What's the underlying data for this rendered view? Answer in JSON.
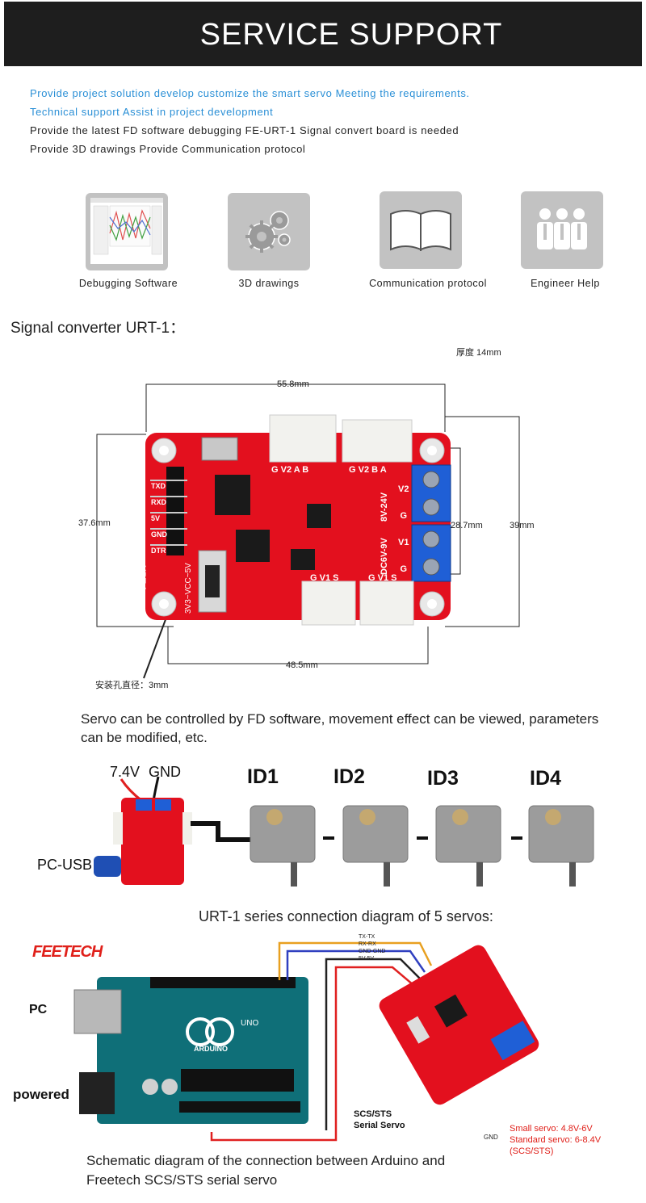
{
  "header": {
    "title": "SERVICE SUPPORT"
  },
  "intro": [
    "Provide project solution develop customize the smart servo Meeting the requirements.",
    "Technical support Assist in project development",
    "Provide the latest FD software debugging FE-URT-1 Signal convert board is needed",
    "Provide 3D drawings Provide Communication protocol"
  ],
  "services": [
    {
      "label": "Debugging Software",
      "icon": "chart-icon"
    },
    {
      "label": "3D drawings",
      "icon": "gears-icon"
    },
    {
      "label": "Communication protocol",
      "icon": "book-icon"
    },
    {
      "label": "Engineer Help",
      "icon": "people-icon"
    }
  ],
  "converter": {
    "heading": "Signal converter URT-1：",
    "thickness": "厚度   14mm",
    "dim_top": "55.8mm",
    "dim_left": "37.6mm",
    "dim_right_inner": "28.7mm",
    "dim_right": "39mm",
    "dim_bottom": "48.5mm",
    "hole": "安装孔直径：3mm",
    "board_label": "URT-1",
    "switch_label": "3V3~VCC~5V",
    "pin_labels": [
      "TXD",
      "RXD",
      "5V",
      "GND",
      "DTR"
    ],
    "header_labels_1": "G  V2  A  B",
    "header_labels_2": "G  V2  B  A",
    "header_labels_3": "G  V1  S",
    "header_labels_4": "G  V1  S",
    "volt_label_1": "8V-24V",
    "volt_label_2": "DC6V-9V",
    "terminal_labels": [
      "V2",
      "G",
      "V1",
      "G"
    ]
  },
  "servo_caption": "Servo can be controlled by FD software, movement effect can be viewed, parameters can be modified, etc.",
  "chain": {
    "power_plus": "7.4V",
    "power_gnd": "GND",
    "pc_usb": "PC-USB",
    "ids": [
      "ID1",
      "ID2",
      "ID3",
      "ID4"
    ]
  },
  "arduino": {
    "title": "URT-1 series connection diagram of 5 servos:",
    "brand": "FEETECH",
    "pc": "PC",
    "powered": "powered",
    "wire_labels": [
      "TX-TX",
      "RX-RX",
      "GND-GND",
      "5V-5V"
    ],
    "servo_label_1": "SCS/STS",
    "servo_label_2": "Serial Servo",
    "gnd": "GND",
    "spec_1": "Small servo: 4.8V-6V",
    "spec_2": "Standard servo: 6-8.4V",
    "spec_3": "(SCS/STS)",
    "arduino_logo": "ARDUINO",
    "uno": "UNO",
    "caption_1": "Schematic diagram of the connection between Arduino and",
    "caption_2": "Freetech SCS/STS serial servo"
  }
}
